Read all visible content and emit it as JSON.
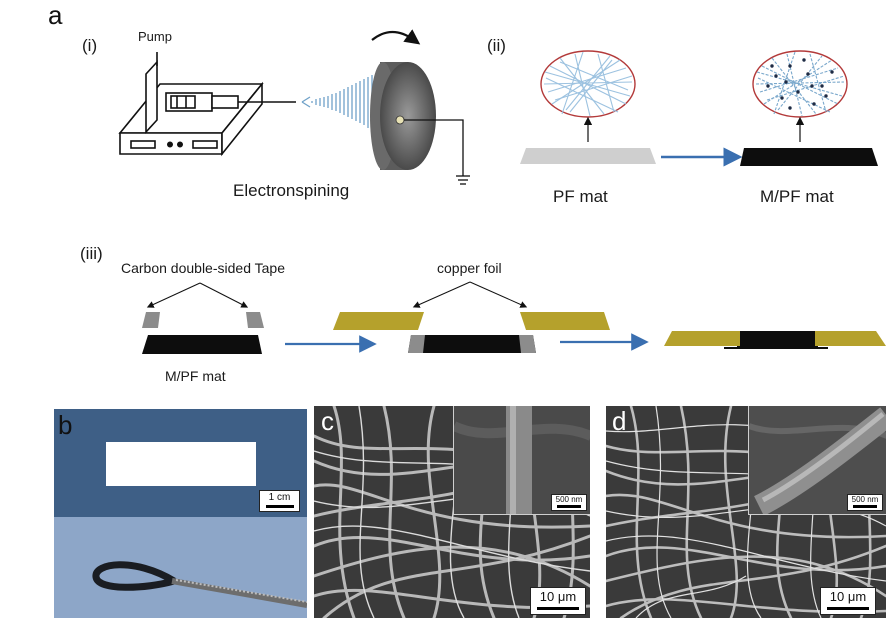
{
  "panel_a": {
    "letter": "a",
    "sub_i": "(i)",
    "sub_ii": "(ii)",
    "sub_iii": "(iii)",
    "pump_label": "Pump",
    "electrospinning_label": "Electronspining",
    "pf_mat_label": "PF mat",
    "mpf_mat_label": "M/PF mat",
    "tape_label": "Carbon double-sided Tape",
    "copper_label": "copper foil",
    "mpf_mat_label_iii": "M/PF mat"
  },
  "panel_b": {
    "letter": "b",
    "scale": "1 cm"
  },
  "panel_c": {
    "letter": "c",
    "inset_scale": "500 nm",
    "scale": "10 μm"
  },
  "panel_d": {
    "letter": "d",
    "inset_scale": "500 nm",
    "scale": "10 μm"
  },
  "colors": {
    "arrow_blue": "#3a6fb0",
    "copper": "#b5a12c",
    "tape_gray": "#8c8c8c",
    "mat_black": "#0d0d0d",
    "pf_mat_gray": "#cfcfcf",
    "sem_bg": "#3a3a3a"
  }
}
